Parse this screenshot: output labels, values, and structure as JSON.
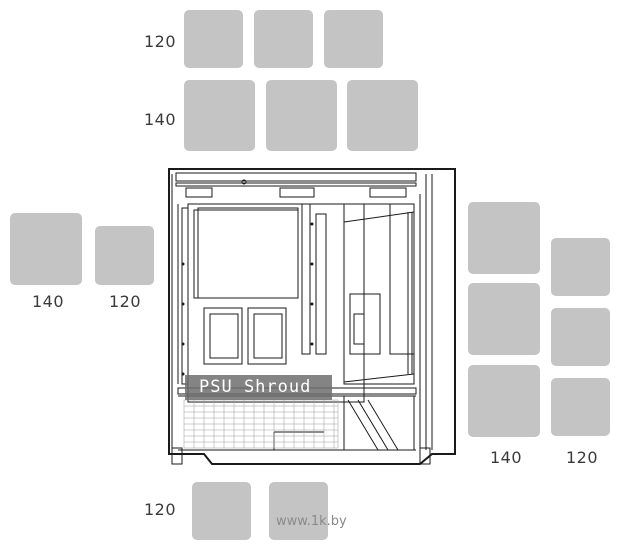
{
  "labels": {
    "top_front_size": "120",
    "top_rear_size": "140",
    "front_outer_size": "140",
    "front_inner_size": "120",
    "side_large_size": "140",
    "side_small_size": "120",
    "bottom_size": "120"
  },
  "psu_shroud_label": "PSU Shroud",
  "watermark": "www.1k.by",
  "colors": {
    "fan_fill": "#c4c4c4",
    "case_stroke": "#1a1a1a",
    "shroud_label_bg": "#6e6e6e"
  }
}
